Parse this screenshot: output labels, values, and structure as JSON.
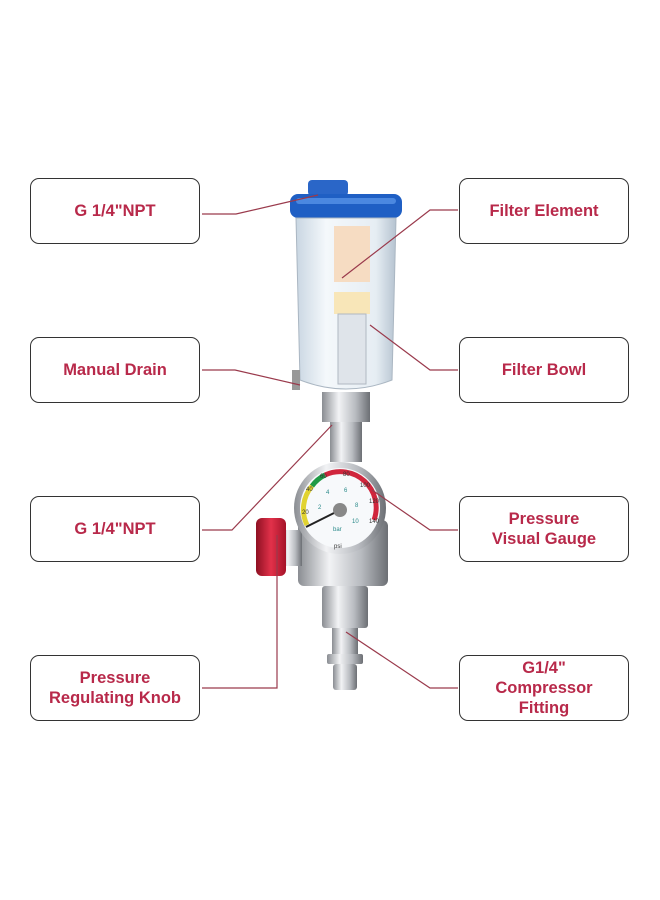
{
  "callouts": {
    "top_left": "G 1/4\"NPT",
    "top_right": "Filter Element",
    "mid_left": "Manual Drain",
    "mid_right": "Filter Bowl",
    "lower_left": "G 1/4\"NPT",
    "lower_right": "Pressure\nVisual Gauge",
    "bottom_left": "Pressure\nRegulating Knob",
    "bottom_right": "G1/4\"\nCompressor\nFitting"
  },
  "gauge": {
    "psi_ticks": [
      "20",
      "40",
      "60",
      "80",
      "100",
      "120",
      "140"
    ],
    "bar_ticks": [
      "2",
      "4",
      "6",
      "8",
      "10"
    ],
    "bar_unit": "bar",
    "psi_unit": "psi"
  },
  "colors": {
    "label": "#b8294a",
    "cap": "#1f5fc4",
    "knob": "#d0203a",
    "leader": "#9a3a4c"
  }
}
